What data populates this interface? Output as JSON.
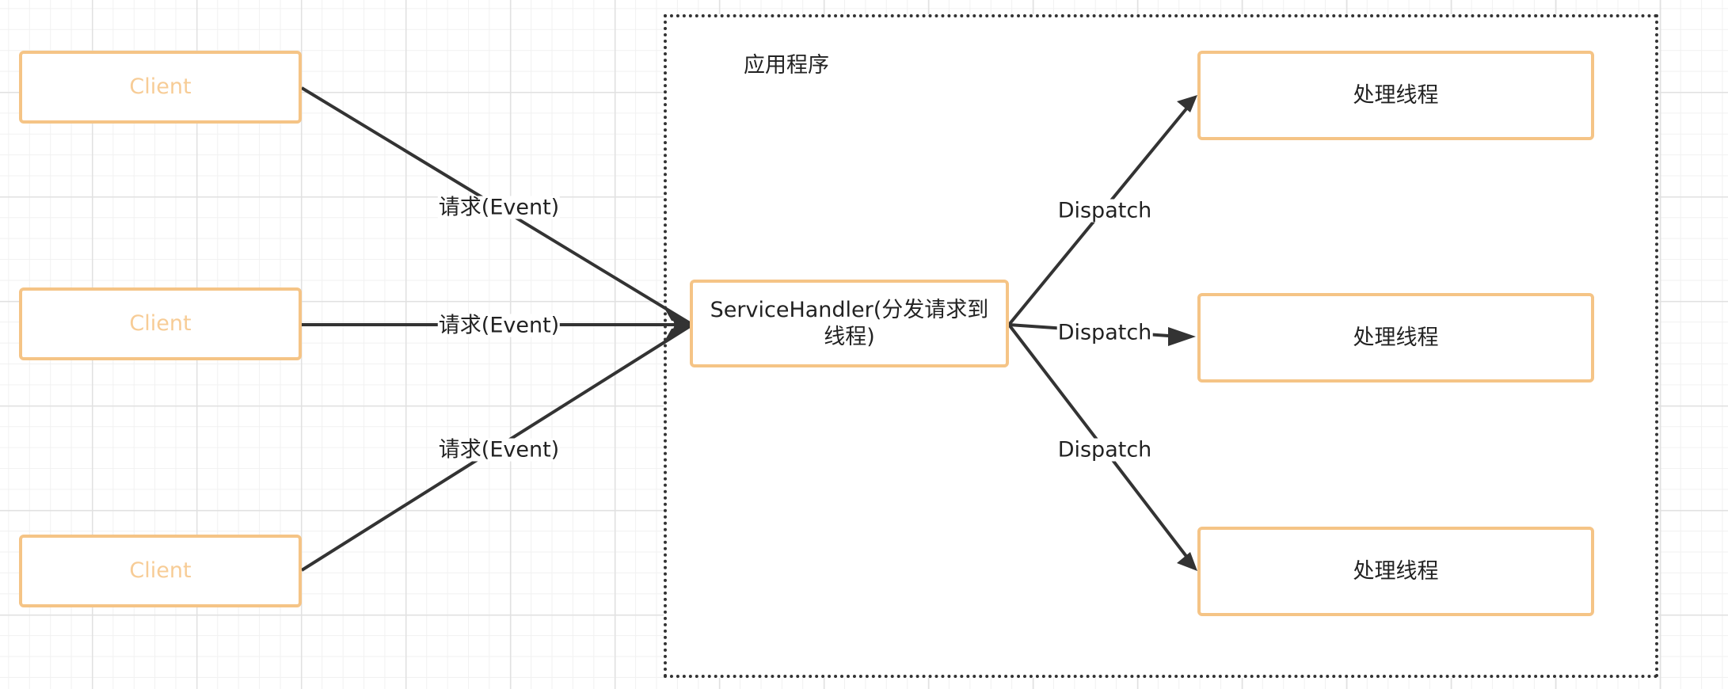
{
  "container": {
    "title": "应用程序"
  },
  "clients": [
    {
      "label": "Client"
    },
    {
      "label": "Client"
    },
    {
      "label": "Client"
    }
  ],
  "handler": {
    "label": "ServiceHandler(分发请求到线程)"
  },
  "workers": [
    {
      "label": "处理线程"
    },
    {
      "label": "处理线程"
    },
    {
      "label": "处理线程"
    }
  ],
  "edges": {
    "request_label": "请求(Event)",
    "dispatch_label": "Dispatch"
  },
  "colors": {
    "node_border": "#f5c486",
    "client_text": "#f7cc96",
    "edge": "#333333",
    "container_border": "#333333"
  }
}
